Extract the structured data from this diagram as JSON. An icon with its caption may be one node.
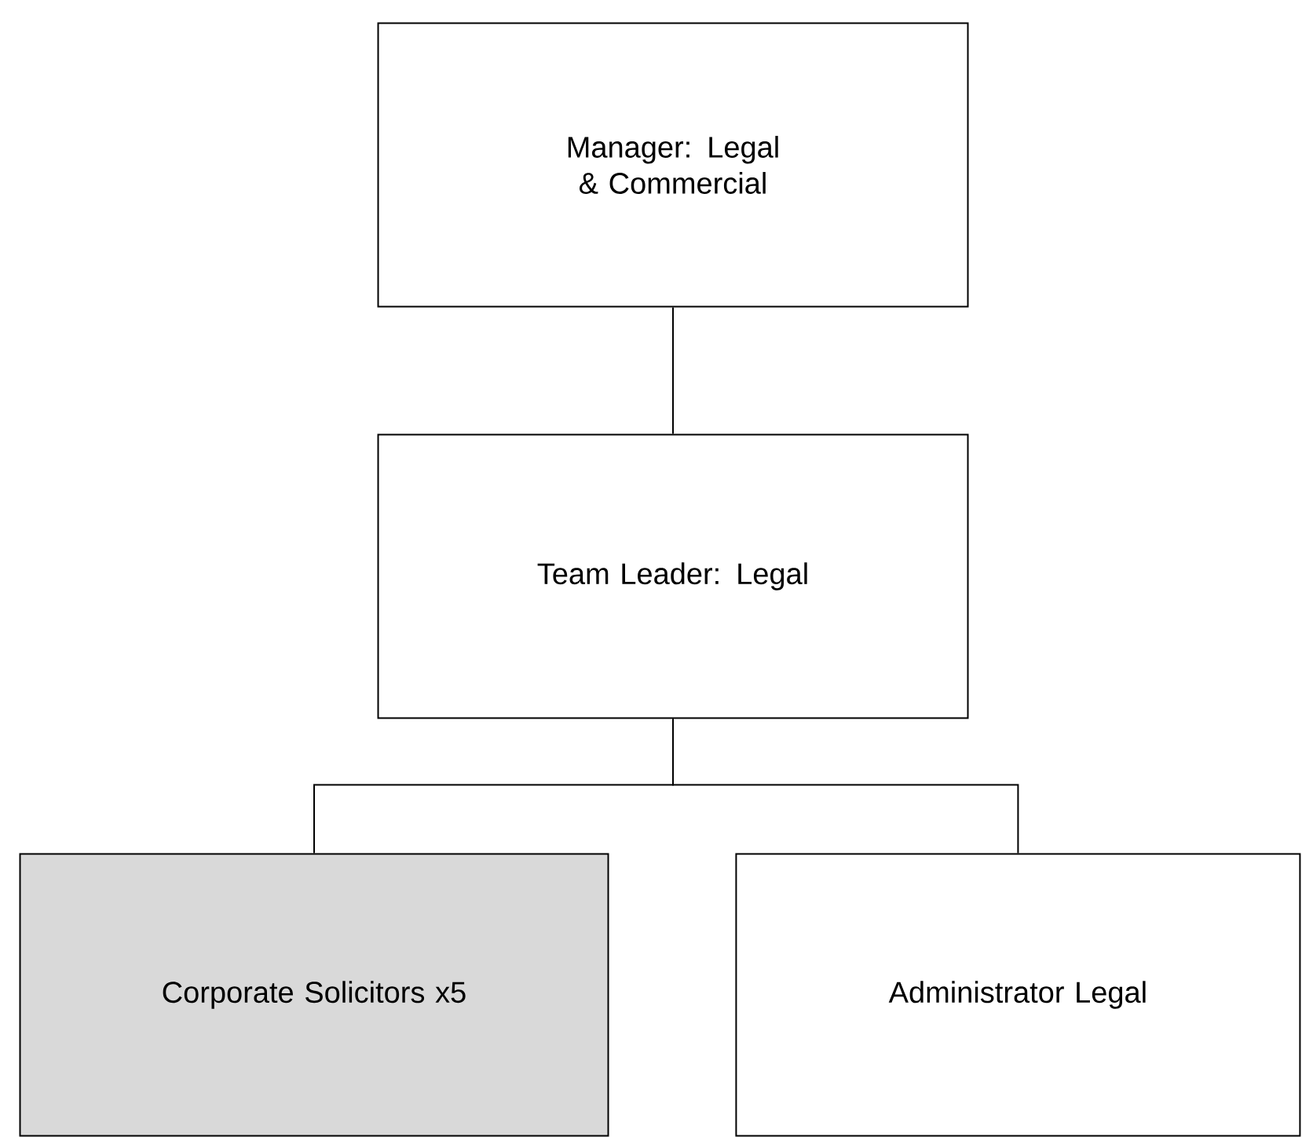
{
  "diagram": {
    "nodes": [
      {
        "text": [
          "Manager: Legal & Commercial"
        ]
      },
      {
        "text": [
          "Team Leader: Legal"
        ]
      },
      {
        "text": [
          "Corporate Solicitors x5"
        ]
      },
      {
        "text": [
          "Administrator Legal"
        ]
      }
    ],
    "edges": [
      {
        "from": 0,
        "to": 1,
        "arrow": "none"
      },
      {
        "from": 1,
        "to": 2,
        "arrow": "none"
      },
      {
        "from": 1,
        "to": 3,
        "arrow": "none"
      }
    ]
  }
}
